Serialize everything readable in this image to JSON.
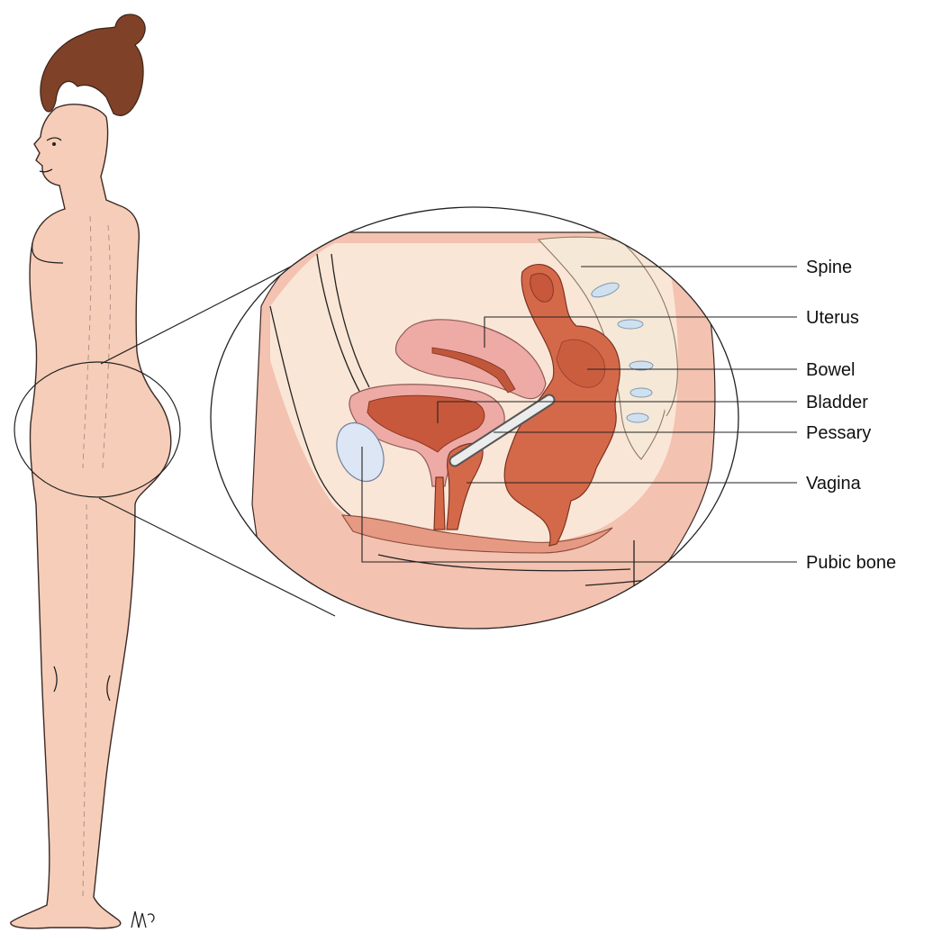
{
  "labels": {
    "spine": "Spine",
    "uterus": "Uterus",
    "bowel": "Bowel",
    "bladder": "Bladder",
    "pessary": "Pessary",
    "vagina": "Vagina",
    "pubic_bone": "Pubic bone"
  },
  "colors": {
    "skin": "#f6cdb8",
    "hair": "#7f4127",
    "organ": "#d4694a",
    "uterus": "#eeaaa5",
    "spine": "#f5e8d6",
    "pubic_bone": "#dde6f4",
    "pessary": "#e8e8e8"
  }
}
